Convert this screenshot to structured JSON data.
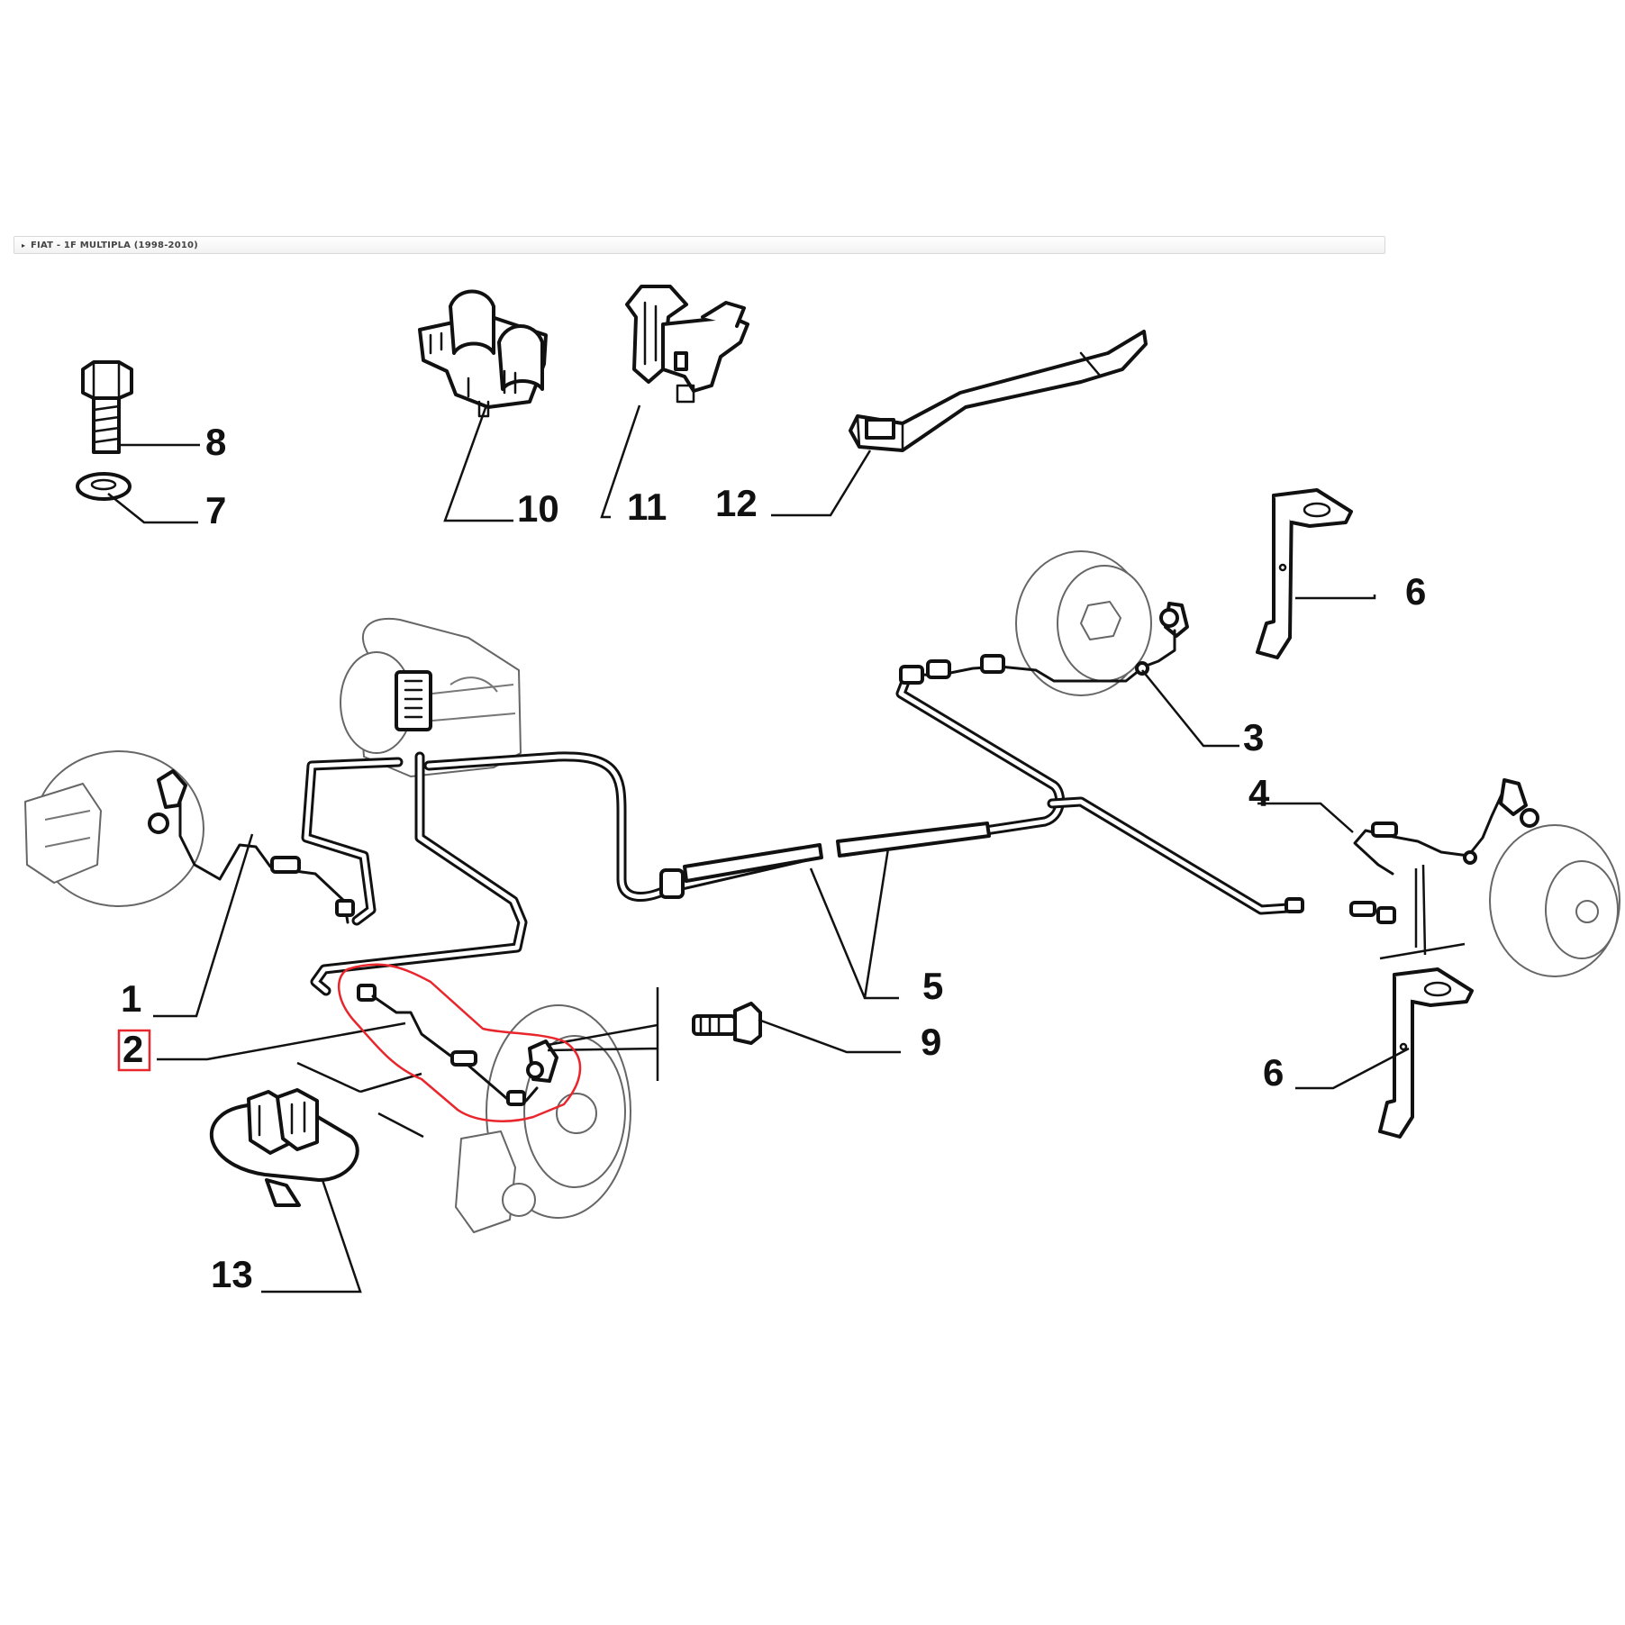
{
  "breadcrumb": {
    "text": "FIAT - 1F MULTIPLA (1998-2010)"
  },
  "callouts": {
    "c1": "1",
    "c2": "2",
    "c3": "3",
    "c4": "4",
    "c5": "5",
    "c6a": "6",
    "c6b": "6",
    "c7": "7",
    "c8": "8",
    "c9": "9",
    "c10": "10",
    "c11": "11",
    "c12": "12",
    "c13": "13"
  },
  "selected_part": "2",
  "colors": {
    "highlight": "#e8262c",
    "line": "#111111"
  }
}
